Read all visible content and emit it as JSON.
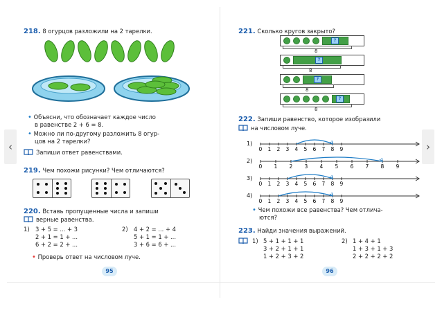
{
  "nav": {
    "prev": "‹",
    "next": "›"
  },
  "left": {
    "p218": {
      "num": "218.",
      "text": "8 огурцов разложили на 2 тарелки."
    },
    "bullets": [
      {
        "line1": "Объясни,  что  обозначает  каждое  число",
        "line2": "в равенстве 2 + 6 = 8."
      },
      {
        "line1": "Можно  ли  по-другому  разложить  8  огур-",
        "line2": "цов на 2 тарелки?"
      }
    ],
    "write_answer": "Запиши ответ равенствами.",
    "p219": {
      "num": "219.",
      "text": "Чем похожи рисунки? Чем отличаются?"
    },
    "p220": {
      "num": "220.",
      "line1": "Вставь   пропущенные   числа   и   запиши",
      "line2": "верные равенства."
    },
    "eq_col1": {
      "label": "1)",
      "rows": [
        "3 + 5 = ... + 3",
        "2 + 1 = 1 + ...",
        "6 + 2 = 2 + ..."
      ]
    },
    "eq_col2": {
      "label": "2)",
      "rows": [
        "4 + 2 = ... + 4",
        "5 + 1 = 1 + ...",
        "3 + 6 = 6 + ..."
      ]
    },
    "check": "Проверь ответ на числовом луче.",
    "page_number": "95"
  },
  "right": {
    "p221": {
      "num": "221.",
      "text": "Сколько кругов закрыто?"
    },
    "circle_rows": [
      {
        "label": "8",
        "q": "?"
      },
      {
        "label": "8",
        "q": "?"
      },
      {
        "label": "8",
        "q": "?"
      },
      {
        "label": "8",
        "q": "?"
      }
    ],
    "p222": {
      "num": "222.",
      "line1": "Запиши    равенство,    которое    изобразили",
      "line2": "на числовом луче."
    },
    "ticks": [
      "0",
      "1",
      "2",
      "3",
      "4",
      "5",
      "6",
      "7",
      "8",
      "9"
    ],
    "lines": [
      {
        "label": "1)",
        "from": 4,
        "to": 8
      },
      {
        "label": "2)",
        "from": 2,
        "to": 8
      },
      {
        "label": "3)",
        "from": 3,
        "to": 8
      },
      {
        "label": "4)",
        "from": 2,
        "to": 8
      }
    ],
    "bullet": {
      "line1": "Чем  похожи  все  равенства?  Чем  отлича-",
      "line2": "ются?"
    },
    "p223": {
      "num": "223.",
      "text": "Найди значения выражений."
    },
    "ex_col1": {
      "label": "1)",
      "rows": [
        "5 + 1 + 1 + 1",
        "3 + 2 + 1 + 1",
        "1 + 2 + 3 + 2"
      ]
    },
    "ex_col2": {
      "label": "2)",
      "rows": [
        "1 + 4 + 1",
        "1 + 3 + 1 + 3",
        "2 + 2 + 2 + 2"
      ]
    },
    "page_number": "96"
  }
}
